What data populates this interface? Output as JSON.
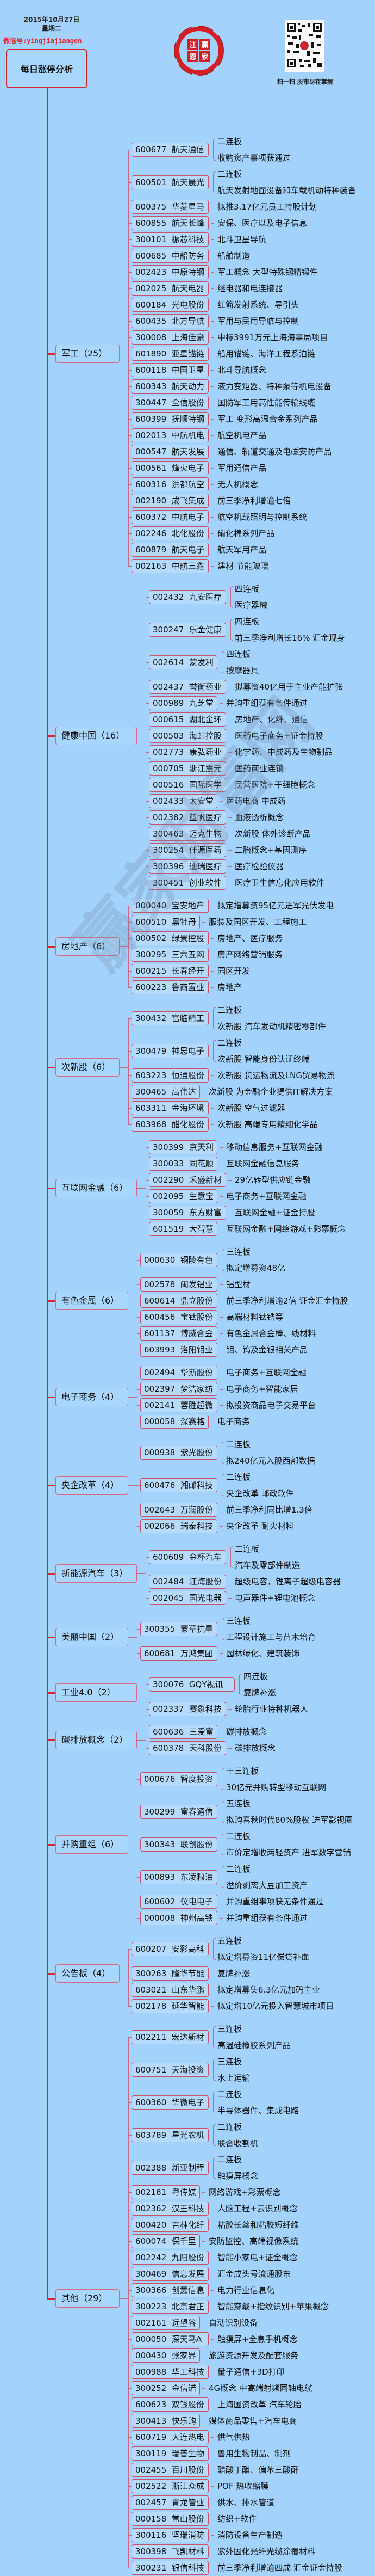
{
  "header": {
    "date": "2015年10月27日",
    "weekday": "星期二",
    "wechat": "微信号:yingjiajiangen",
    "root_title": "每日涨停分析",
    "logo_chars": [
      "江",
      "赢",
      "恩",
      "家"
    ],
    "qr_caption": "扫一扫 股市尽在掌握"
  },
  "watermark": "赢家财富网",
  "colors": {
    "background": "#a3d2fc",
    "trunk": "#d7262e",
    "node_border": "#c9516c",
    "wechat_text": "#e0262a"
  },
  "categories": [
    {
      "label": "军工（25）",
      "stocks": [
        {
          "code": "600677",
          "name": "航天通信",
          "notes": [
            "二连板",
            "收购资产事项获通过"
          ]
        },
        {
          "code": "600501",
          "name": "航天晨光",
          "notes": [
            "二连板",
            "航天发射地面设备和车载机动特种装备"
          ]
        },
        {
          "code": "600375",
          "name": "华菱星马",
          "notes": [
            "拟推3.17亿元员工持股计划"
          ]
        },
        {
          "code": "600855",
          "name": "航天长峰",
          "notes": [
            "安保、医疗以及电子信息"
          ]
        },
        {
          "code": "300101",
          "name": "振芯科技",
          "notes": [
            "北斗卫星导航"
          ]
        },
        {
          "code": "600685",
          "name": "中船防务",
          "notes": [
            "船舶制造"
          ]
        },
        {
          "code": "002423",
          "name": "中原特钢",
          "notes": [
            "军工概念  大型特殊钢精锻件"
          ]
        },
        {
          "code": "002025",
          "name": "航天电器",
          "notes": [
            "继电器和电连接器"
          ]
        },
        {
          "code": "600184",
          "name": "光电股份",
          "notes": [
            "红箭发射系统、导引头"
          ]
        },
        {
          "code": "600435",
          "name": "北方导航",
          "notes": [
            "军用与民用导航与控制"
          ]
        },
        {
          "code": "300008",
          "name": "上海佳豪",
          "notes": [
            "中标3991万元上海海事局项目"
          ]
        },
        {
          "code": "601890",
          "name": "亚星锚链",
          "notes": [
            "船用锚链、海洋工程系泊链"
          ]
        },
        {
          "code": "600118",
          "name": "中国卫星",
          "notes": [
            "北斗导航概念"
          ]
        },
        {
          "code": "600343",
          "name": "航天动力",
          "notes": [
            "液力变矩器、特种泵等机电设备"
          ]
        },
        {
          "code": "300447",
          "name": "全信股份",
          "notes": [
            "国防军工用高性能传输线缆"
          ]
        },
        {
          "code": "600399",
          "name": "抚顺特钢",
          "notes": [
            "军工  变形高温合金系列产品"
          ]
        },
        {
          "code": "002013",
          "name": "中航机电",
          "notes": [
            "航空机电产品"
          ]
        },
        {
          "code": "000547",
          "name": "航天发展",
          "notes": [
            "通信、轨道交通及电磁安防产品"
          ]
        },
        {
          "code": "000561",
          "name": "烽火电子",
          "notes": [
            "军用通信产品"
          ]
        },
        {
          "code": "600316",
          "name": "洪都航空",
          "notes": [
            "无人机概念"
          ]
        },
        {
          "code": "002190",
          "name": "成飞集成",
          "notes": [
            "前三季净利增逾七倍"
          ]
        },
        {
          "code": "600372",
          "name": "中航电子",
          "notes": [
            "航空机载照明与控制系统"
          ]
        },
        {
          "code": "002246",
          "name": "北化股份",
          "notes": [
            "硝化棉系列产品"
          ]
        },
        {
          "code": "600879",
          "name": "航天电子",
          "notes": [
            "航天军用产品"
          ]
        },
        {
          "code": "002163",
          "name": "中航三鑫",
          "notes": [
            "建材  节能玻璃"
          ]
        }
      ]
    },
    {
      "label": "健康中国（16）",
      "stocks": [
        {
          "code": "002432",
          "name": "九安医疗",
          "notes": [
            "四连板",
            "医疗器械"
          ]
        },
        {
          "code": "300247",
          "name": "乐金健康",
          "notes": [
            "四连板",
            "前三季净利增长16%  汇金现身"
          ]
        },
        {
          "code": "002614",
          "name": "蒙发利",
          "notes": [
            "四连板",
            "按摩器具"
          ]
        },
        {
          "code": "002437",
          "name": "誉衡药业",
          "notes": [
            "拟募资40亿用于主业产能扩张"
          ]
        },
        {
          "code": "000989",
          "name": "九芝堂",
          "notes": [
            "并购重组获有条件通过"
          ]
        },
        {
          "code": "000615",
          "name": "湖北金环",
          "notes": [
            "房地产、化纤、通信"
          ]
        },
        {
          "code": "000503",
          "name": "海虹控股",
          "notes": [
            "医药电子商务+证金持股"
          ]
        },
        {
          "code": "002773",
          "name": "康弘药业",
          "notes": [
            "化学药、中成药及生物制品"
          ]
        },
        {
          "code": "000705",
          "name": "浙江震元",
          "notes": [
            "医药商业连锁"
          ]
        },
        {
          "code": "000516",
          "name": "国际医学",
          "notes": [
            "民营医院+干细胞概念"
          ]
        },
        {
          "code": "002433",
          "name": "太安堂",
          "notes": [
            "医药电商  中成药"
          ]
        },
        {
          "code": "002382",
          "name": "蓝帆医疗",
          "notes": [
            "血液透析概念"
          ]
        },
        {
          "code": "300463",
          "name": "迈克生物",
          "notes": [
            "次新股  体外诊断产品"
          ]
        },
        {
          "code": "300254",
          "name": "仟源医药",
          "notes": [
            "二胎概念+基因测序"
          ]
        },
        {
          "code": "300396",
          "name": "迪瑞医疗",
          "notes": [
            "医疗检验仪器"
          ]
        },
        {
          "code": "300451",
          "name": "创业软件",
          "notes": [
            "医疗卫生信息化应用软件"
          ]
        }
      ]
    },
    {
      "label": "房地产（6）",
      "stocks": [
        {
          "code": "000040",
          "name": "宝安地产",
          "notes": [
            "拟定增募资95亿元进军光伏发电"
          ]
        },
        {
          "code": "600510",
          "name": "黑牡丹",
          "notes": [
            "服装及园区开发、工程施工"
          ]
        },
        {
          "code": "000502",
          "name": "绿景控股",
          "notes": [
            "房地产、医疗服务"
          ]
        },
        {
          "code": "300295",
          "name": "三六五网",
          "notes": [
            "房产网络营销服务"
          ]
        },
        {
          "code": "600215",
          "name": "长春经开",
          "notes": [
            "园区开发"
          ]
        },
        {
          "code": "600223",
          "name": "鲁商置业",
          "notes": [
            "房地产"
          ]
        }
      ]
    },
    {
      "label": "次新股（6）",
      "stocks": [
        {
          "code": "300432",
          "name": "富临精工",
          "notes": [
            "二连板",
            "次新股  汽车发动机精密零部件"
          ]
        },
        {
          "code": "300479",
          "name": "神思电子",
          "notes": [
            "二连板",
            "次新股  智能身份认证终端"
          ]
        },
        {
          "code": "603223",
          "name": "恒通股份",
          "notes": [
            "次新股  货运物流及LNG贸易物流"
          ]
        },
        {
          "code": "300465",
          "name": "高伟达",
          "notes": [
            "次新股  为金融企业提供IT解决方案"
          ]
        },
        {
          "code": "603311",
          "name": "金海环境",
          "notes": [
            "次新股  空气过滤器"
          ]
        },
        {
          "code": "603968",
          "name": "醋化股份",
          "notes": [
            "次新股  高端专用精细化学品"
          ]
        }
      ]
    },
    {
      "label": "互联网金融（6）",
      "stocks": [
        {
          "code": "300399",
          "name": "京天利",
          "notes": [
            "移动信息服务+互联网金融"
          ]
        },
        {
          "code": "300033",
          "name": "同花顺",
          "notes": [
            "互联网金融信息服务"
          ]
        },
        {
          "code": "002290",
          "name": "禾盛新材",
          "notes": [
            "29亿转型供应链金融"
          ]
        },
        {
          "code": "002095",
          "name": "生意宝",
          "notes": [
            "电子商务+互联网金融"
          ]
        },
        {
          "code": "300059",
          "name": "东方财富",
          "notes": [
            "互联网金融+证金持股"
          ]
        },
        {
          "code": "601519",
          "name": "大智慧",
          "notes": [
            "互联网金融+网络游戏+彩票概念"
          ]
        }
      ]
    },
    {
      "label": "有色金属（6）",
      "stocks": [
        {
          "code": "000630",
          "name": "铜陵有色",
          "notes": [
            "三连板",
            "拟定增募资48亿"
          ]
        },
        {
          "code": "002578",
          "name": "闽发铝业",
          "notes": [
            "铝型材"
          ]
        },
        {
          "code": "600614",
          "name": "鼎立股份",
          "notes": [
            "前三季净利增逾2倍  证金汇金持股"
          ]
        },
        {
          "code": "600456",
          "name": "宝钛股份",
          "notes": [
            "高端材料钛锆等"
          ]
        },
        {
          "code": "601137",
          "name": "博威合金",
          "notes": [
            "有色金属合金棒、线材料"
          ]
        },
        {
          "code": "603993",
          "name": "洛阳钼业",
          "notes": [
            "钼、钨及金银相关产品"
          ]
        }
      ]
    },
    {
      "label": "电子商务（4）",
      "stocks": [
        {
          "code": "002494",
          "name": "华斯股份",
          "notes": [
            "电子商务+互联网金融"
          ]
        },
        {
          "code": "002397",
          "name": "梦洁家纺",
          "notes": [
            "电子商务+智能家居"
          ]
        },
        {
          "code": "002141",
          "name": "蓉胜超微",
          "notes": [
            "拟投资商品电子交易平台"
          ]
        },
        {
          "code": "000058",
          "name": "深赛格",
          "notes": [
            "电子商务"
          ]
        }
      ]
    },
    {
      "label": "央企改革（4）",
      "stocks": [
        {
          "code": "000938",
          "name": "紫光股份",
          "notes": [
            "二连板",
            "拟240亿元入股西部数据"
          ]
        },
        {
          "code": "600476",
          "name": "湘邮科技",
          "notes": [
            "二连板",
            "央企改革  邮政软件"
          ]
        },
        {
          "code": "002643",
          "name": "万润股份",
          "notes": [
            "前三季净利同比增1.3倍"
          ]
        },
        {
          "code": "002066",
          "name": "瑞泰科技",
          "notes": [
            "央企改革  耐火材料"
          ]
        }
      ]
    },
    {
      "label": "新能源汽车（3）",
      "stocks": [
        {
          "code": "600609",
          "name": "金杯汽车",
          "notes": [
            "二连板",
            "汽车及零部件制造"
          ]
        },
        {
          "code": "002484",
          "name": "江海股份",
          "notes": [
            "超级电容，锂离子超级电容器"
          ]
        },
        {
          "code": "002045",
          "name": "国光电器",
          "notes": [
            "电声器件+锂电池概念"
          ]
        }
      ]
    },
    {
      "label": "美丽中国（2）",
      "stocks": [
        {
          "code": "300355",
          "name": "蒙草抗旱",
          "notes": [
            "三连板",
            "工程设计施工与苗木培育"
          ]
        },
        {
          "code": "600681",
          "name": "万鸿集团",
          "notes": [
            "园林绿化、建筑装饰"
          ]
        }
      ]
    },
    {
      "label": "工业4.0（2）",
      "stocks": [
        {
          "code": "300076",
          "name": "GQY视讯",
          "notes": [
            "四连板",
            "复牌补涨"
          ]
        },
        {
          "code": "002337",
          "name": "赛象科技",
          "notes": [
            "轮胎行业特种机器人"
          ]
        }
      ]
    },
    {
      "label": "碳排放概念（2）",
      "stocks": [
        {
          "code": "600636",
          "name": "三爱富",
          "notes": [
            "碳排放概念"
          ]
        },
        {
          "code": "600378",
          "name": "天科股份",
          "notes": [
            "碳排放概念"
          ]
        }
      ]
    },
    {
      "label": "并购重组（6）",
      "stocks": [
        {
          "code": "000676",
          "name": "智度投资",
          "notes": [
            "十三连板",
            "30亿元并购转型移动互联网"
          ]
        },
        {
          "code": "300299",
          "name": "富春通信",
          "notes": [
            "五连板",
            "拟购春秋时代80%股权  进军影视圈"
          ]
        },
        {
          "code": "300343",
          "name": "联创股份",
          "notes": [
            "二连板",
            "市价定增收两轻资产  进军数字营销"
          ]
        },
        {
          "code": "000893",
          "name": "东凌粮油",
          "notes": [
            "二连板",
            "溢价剥离大豆加工资产"
          ]
        },
        {
          "code": "600602",
          "name": "仪电电子",
          "notes": [
            "并购重组事项获无条件通过"
          ]
        },
        {
          "code": "000008",
          "name": "神州高铁",
          "notes": [
            "并购重组获有条件通过"
          ]
        }
      ]
    },
    {
      "label": "公告板（4）",
      "stocks": [
        {
          "code": "600207",
          "name": "安彩高科",
          "notes": [
            "五连板",
            "拟定增募资11亿偿贷补血"
          ]
        },
        {
          "code": "300263",
          "name": "隆华节能",
          "notes": [
            "复牌补涨"
          ]
        },
        {
          "code": "603021",
          "name": "山东华鹏",
          "notes": [
            "拟定增募集6.3亿元加码主业"
          ]
        },
        {
          "code": "002178",
          "name": "延华智能",
          "notes": [
            "拟定增10亿元投入智慧城市项目"
          ]
        }
      ]
    },
    {
      "label": "其他（29）",
      "stocks": [
        {
          "code": "002211",
          "name": "宏达新材",
          "notes": [
            "三连板",
            "高温硅橡胶系列产品"
          ]
        },
        {
          "code": "600751",
          "name": "天海投资",
          "notes": [
            "三连板",
            "水上运输"
          ]
        },
        {
          "code": "600360",
          "name": "华微电子",
          "notes": [
            "二连板",
            "半导体器件、集成电路"
          ]
        },
        {
          "code": "603789",
          "name": "星光农机",
          "notes": [
            "二连板",
            "联合收割机"
          ]
        },
        {
          "code": "002388",
          "name": "新亚制程",
          "notes": [
            "二连板",
            "触摸屏概念"
          ]
        },
        {
          "code": "002181",
          "name": "粤传媒",
          "notes": [
            "网络游戏+彩票概念"
          ]
        },
        {
          "code": "002362",
          "name": "汉王科技",
          "notes": [
            "人脑工程+云识别概念"
          ]
        },
        {
          "code": "000420",
          "name": "吉林化纤",
          "notes": [
            "粘胶长丝和粘胶短纤维"
          ]
        },
        {
          "code": "600074",
          "name": "保千里",
          "notes": [
            "安防监控、高端视像系统"
          ]
        },
        {
          "code": "002242",
          "name": "九阳股份",
          "notes": [
            "智能小家电+证金概念"
          ]
        },
        {
          "code": "300469",
          "name": "信息发展",
          "notes": [
            "汇金成头号流通股东"
          ]
        },
        {
          "code": "300366",
          "name": "创意信息",
          "notes": [
            "电力行业信息化"
          ]
        },
        {
          "code": "300223",
          "name": "北京君正",
          "notes": [
            "智能穿戴+指纹识别+苹果概念"
          ]
        },
        {
          "code": "002161",
          "name": "远望谷",
          "notes": [
            "自动识别设备"
          ]
        },
        {
          "code": "000050",
          "name": "深天马A",
          "notes": [
            "触摸屏+全息手机概念"
          ]
        },
        {
          "code": "000430",
          "name": "张家界",
          "notes": [
            "旅游资源开发及配套服务"
          ]
        },
        {
          "code": "000988",
          "name": "华工科技",
          "notes": [
            "量子通信+3D打印"
          ]
        },
        {
          "code": "300252",
          "name": "金信诺",
          "notes": [
            "4G概念  中高端射频同轴电缆"
          ]
        },
        {
          "code": "600623",
          "name": "双钱股份",
          "notes": [
            "上海国资改革  汽车轮胎"
          ]
        },
        {
          "code": "300413",
          "name": "快乐购",
          "notes": [
            "媒体商品零售+汽车电商"
          ]
        },
        {
          "code": "600719",
          "name": "大连热电",
          "notes": [
            "供气供热"
          ]
        },
        {
          "code": "300119",
          "name": "瑞普生物",
          "notes": [
            "兽用生物制品、制剂"
          ]
        },
        {
          "code": "002455",
          "name": "百川股份",
          "notes": [
            "醋酸丁酯、偏苯三酸酐"
          ]
        },
        {
          "code": "002522",
          "name": "浙江众成",
          "notes": [
            "POF  热收缩膜"
          ]
        },
        {
          "code": "002457",
          "name": "青龙管业",
          "notes": [
            "供水、排水管道"
          ]
        },
        {
          "code": "000158",
          "name": "常山股份",
          "notes": [
            "纺织+软件"
          ]
        },
        {
          "code": "300116",
          "name": "坚瑞消防",
          "notes": [
            "消防设备生产制造"
          ]
        },
        {
          "code": "300398",
          "name": "飞凯材料",
          "notes": [
            "紫外固化光纤光缆涂覆材料"
          ]
        },
        {
          "code": "300231",
          "name": "银信科技",
          "notes": [
            "前三季净利增逾四成  汇金证金持股"
          ]
        }
      ]
    }
  ]
}
